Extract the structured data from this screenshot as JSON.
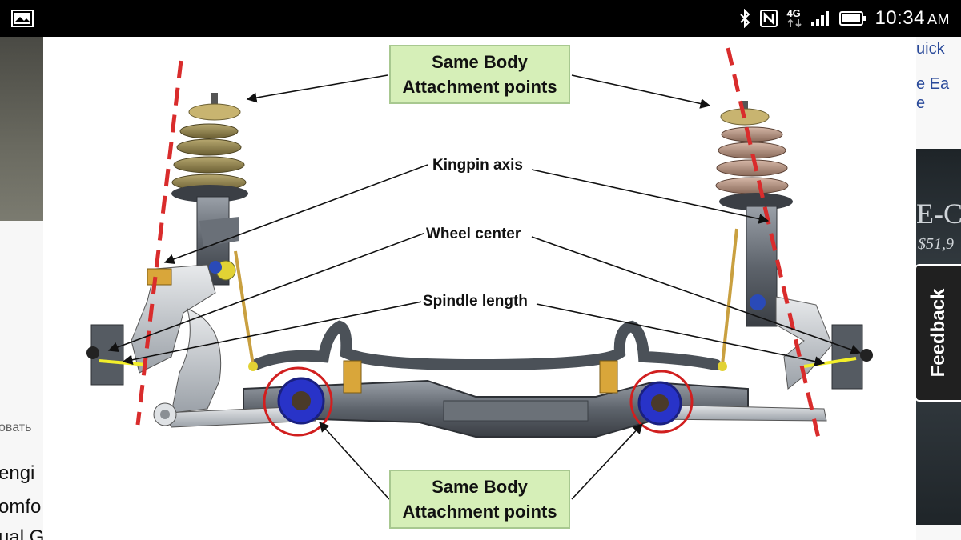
{
  "status_bar": {
    "network": "4G",
    "time": "10:34",
    "ampm": "AM"
  },
  "background_page": {
    "left_fragments": [
      "овать",
      "engi",
      "omfo",
      "ual G"
    ],
    "right_fragments": [
      "uick",
      "e Ea",
      "e"
    ],
    "ad_model": "E-C",
    "ad_price": "$51,9"
  },
  "feedback": {
    "label": "Feedback"
  },
  "diagram": {
    "callout_top": {
      "line1": "Same Body",
      "line2": "Attachment points"
    },
    "callout_bottom": {
      "line1": "Same Body",
      "line2": "Attachment points"
    },
    "labels": {
      "kingpin": "Kingpin axis",
      "wheel_center": "Wheel center",
      "spindle": "Spindle length"
    },
    "colors": {
      "callout_fill": "#d6efb8",
      "axis_line": "#d92c2c",
      "highlight_ring": "#d11f1f",
      "bushing": "#2833c8"
    }
  }
}
